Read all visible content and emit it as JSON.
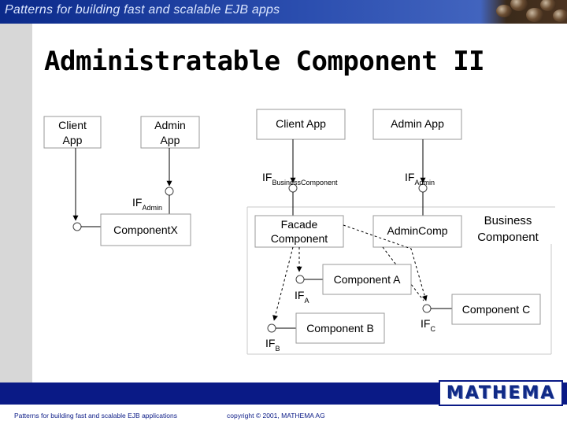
{
  "header": {
    "title": "Patterns for building fast and scalable EJB apps"
  },
  "slide": {
    "title": "Administratable Component II"
  },
  "diagram_left": {
    "client_app": [
      "Client",
      "App"
    ],
    "admin_app": [
      "Admin",
      "App"
    ],
    "interface_label": "IF",
    "interface_sub": "Admin",
    "component": "ComponentX"
  },
  "diagram_right": {
    "client_app": "Client App",
    "admin_app": "Admin App",
    "if_business_main": "IF",
    "if_business_sub": "BusinessComponent",
    "if_admin_main": "IF",
    "if_admin_sub": "Admin",
    "facade": [
      "Facade",
      "Component"
    ],
    "admin_comp": "AdminComp",
    "business": [
      "Business",
      "Component"
    ],
    "component_a": "Component A",
    "if_a_main": "IF",
    "if_a_sub": "A",
    "component_b": "Component B",
    "if_b_main": "IF",
    "if_b_sub": "B",
    "component_c": "Component C",
    "if_c_main": "IF",
    "if_c_sub": "C"
  },
  "footer": {
    "left": "Patterns for building fast and scalable EJB applications",
    "right": "copyright © 2001, MATHEMA AG",
    "logo": "MATHEMA"
  }
}
